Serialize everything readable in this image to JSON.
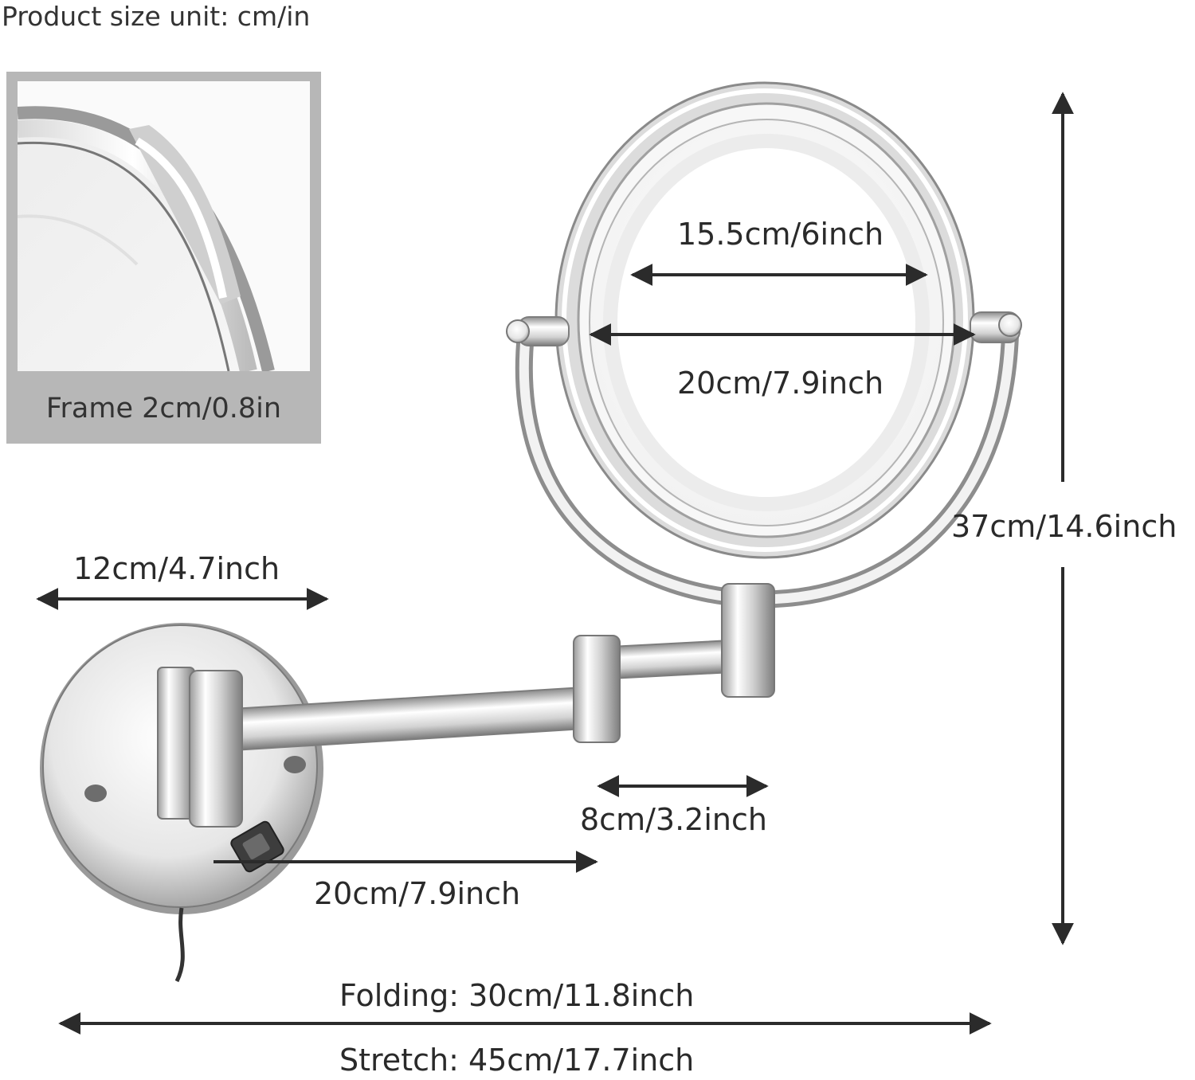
{
  "unit_note": "Product size unit: cm/in",
  "inset": {
    "caption": "Frame 2cm/0.8in"
  },
  "dimensions": {
    "inner_mirror": "15.5cm/6inch",
    "outer_mirror": "20cm/7.9inch",
    "height": "37cm/14.6inch",
    "wall_plate": "12cm/4.7inch",
    "joint": "8cm/3.2inch",
    "arm": "20cm/7.9inch",
    "folding": "Folding: 30cm/11.8inch",
    "stretch": "Stretch: 45cm/17.7inch"
  },
  "colors": {
    "chrome_light": "#f4f4f4",
    "chrome_dark": "#8a8a8a",
    "arrow": "#2b2b2b"
  }
}
